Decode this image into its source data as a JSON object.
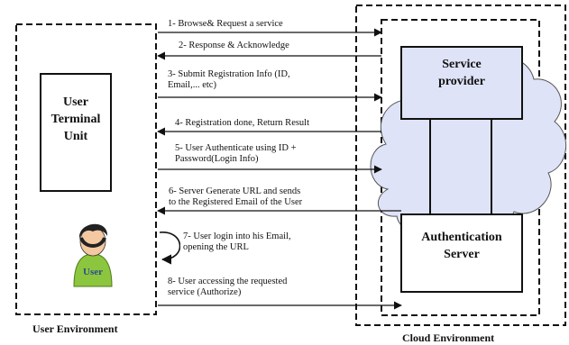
{
  "diagram": {
    "user_environment_label": "User Environment",
    "cloud_environment_label": "Cloud Environment",
    "user_terminal_label": "User\nTerminal\nUnit",
    "user_avatar_text": "User",
    "service_provider_label": "Service\nprovider",
    "authentication_server_label": "Authentication\nServer",
    "steps": [
      {
        "text": "1- Browse& Request a service",
        "direction": "to-cloud"
      },
      {
        "text": "2- Response & Acknowledge",
        "direction": "to-user"
      },
      {
        "text": "3- Submit Registration Info (ID,\nEmail,... etc)",
        "direction": "to-cloud"
      },
      {
        "text": "4- Registration done, Return Result",
        "direction": "to-user"
      },
      {
        "text": "5- User Authenticate using ID +\nPassword(Login Info)",
        "direction": "to-cloud"
      },
      {
        "text": "6- Server Generate URL and sends\nto the Registered Email of the User",
        "direction": "to-user"
      },
      {
        "text": "7- User login into his Email,\nopening the URL",
        "direction": "self"
      },
      {
        "text": "8- User accessing the requested\nservice (Authorize)",
        "direction": "to-cloud"
      }
    ]
  },
  "colors": {
    "cloud_fill": "#dfe3f7",
    "box_fill": "#dfe3f7",
    "avatar_shirt": "#8cc63f",
    "avatar_hair": "#222222",
    "avatar_face": "#f4c8a0",
    "line": "#111111"
  }
}
